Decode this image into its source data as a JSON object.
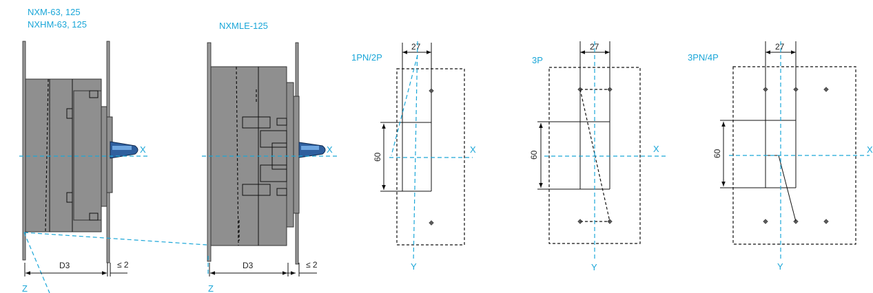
{
  "colors": {
    "accent": "#1aa6d8",
    "body": "#8f8f8f",
    "line": "#111111"
  },
  "side_views": [
    {
      "title_line1": "NXM-63, 125",
      "title_line2": "NXHM-63, 125",
      "dim_depth": "D3",
      "dim_gap": "≤ 2",
      "axis_x": "X",
      "axis_z": "Z"
    },
    {
      "title_line1": "NXMLE-125",
      "dim_depth": "D3",
      "dim_gap": "≤ 2",
      "axis_x": "X",
      "axis_z": "Z"
    }
  ],
  "front_views": [
    {
      "label": "1PN/2P",
      "dim_width": "27",
      "dim_height": "60",
      "axis_x": "X",
      "axis_y": "Y"
    },
    {
      "label": "3P",
      "dim_width": "27",
      "dim_height": "60",
      "axis_x": "X",
      "axis_y": "Y"
    },
    {
      "label": "3PN/4P",
      "dim_width": "27",
      "dim_height": "60",
      "axis_x": "X",
      "axis_y": "Y"
    }
  ]
}
